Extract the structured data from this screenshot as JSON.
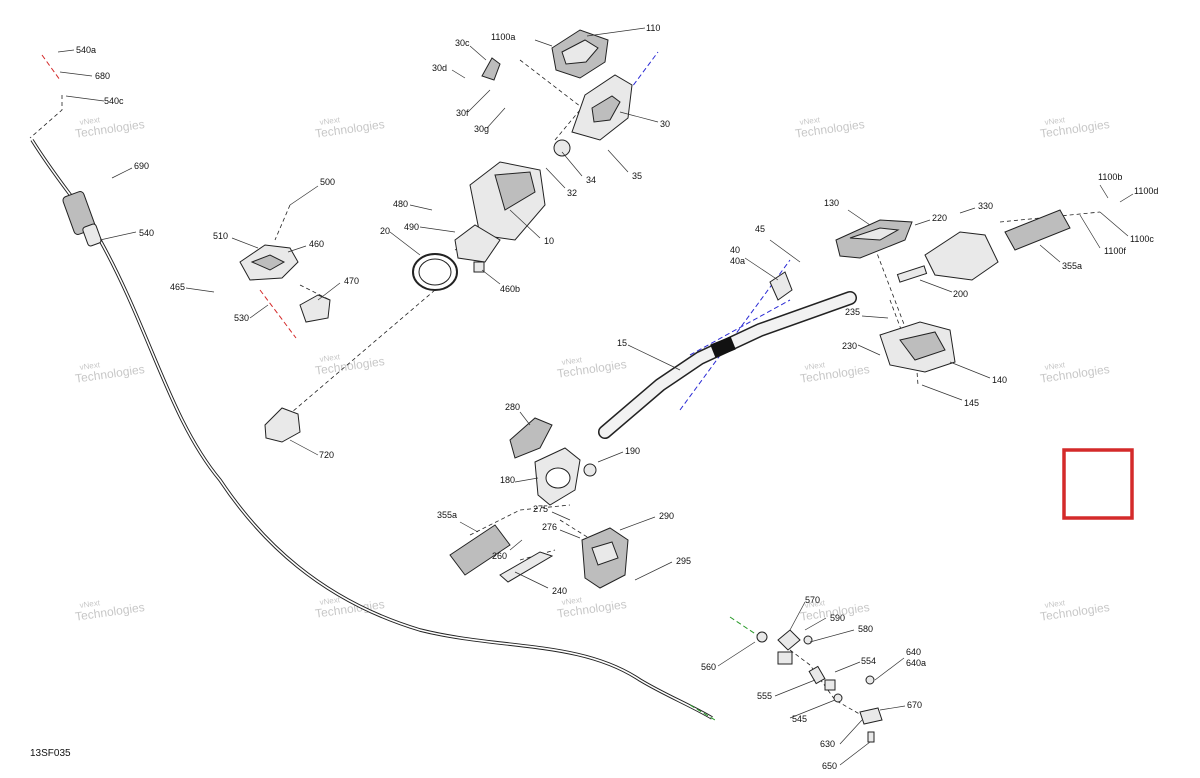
{
  "diagram_code": "13SF035",
  "watermark": {
    "line1": "vNext",
    "line2": "Technologies"
  },
  "callouts": {
    "c110": "110",
    "c1100a": "1100a",
    "c30c": "30c",
    "c30d": "30d",
    "c30f": "30f",
    "c30g": "30g",
    "c30": "30",
    "c34": "34",
    "c35": "35",
    "c32": "32",
    "c10": "10",
    "c480": "480",
    "c490": "490",
    "c20": "20",
    "c460b": "460b",
    "c540a": "540a",
    "c680": "680",
    "c540c": "540c",
    "c690": "690",
    "c540": "540",
    "c500": "500",
    "c510": "510",
    "c460": "460",
    "c465": "465",
    "c470": "470",
    "c530": "530",
    "c720": "720",
    "c45": "45",
    "c40": "40",
    "c40a": "40a",
    "c130": "130",
    "c220": "220",
    "c330": "330",
    "c1100b": "1100b",
    "c1100d": "1100d",
    "c1100c": "1100c",
    "c1100f": "1100f",
    "c355a_r": "355a",
    "c200": "200",
    "c235": "235",
    "c230": "230",
    "c140": "140",
    "c145": "145",
    "c15": "15",
    "c280": "280",
    "c190": "190",
    "c180": "180",
    "c355a_l": "355a",
    "c275": "275",
    "c276": "276",
    "c290": "290",
    "c260": "260",
    "c295": "295",
    "c240": "240",
    "c570": "570",
    "c590": "590",
    "c580": "580",
    "c560": "560",
    "c640": "640",
    "c640a": "640a",
    "c554": "554",
    "c555": "555",
    "c545": "545",
    "c670": "670",
    "c630": "630",
    "c650": "650"
  },
  "highlight_box_color": "#d42a2a",
  "axis_colors": {
    "red": "#d42a2a",
    "blue": "#2a2ad4",
    "green": "#2a9a2a"
  }
}
